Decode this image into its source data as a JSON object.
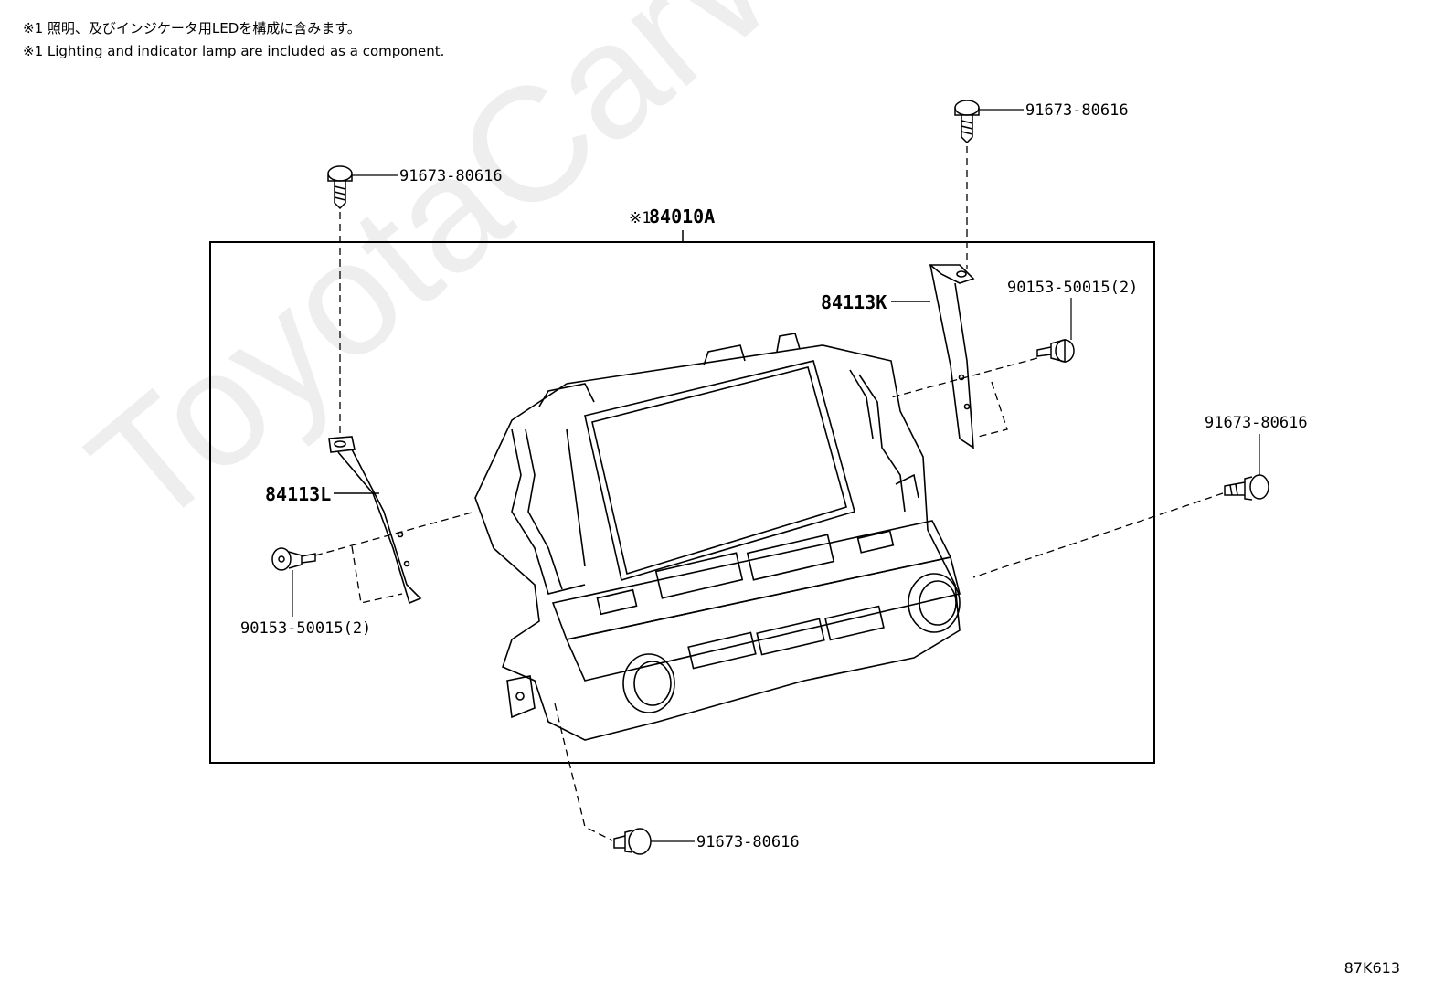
{
  "notes": [
    "※1 照明、及びインジケータ用LEDを構成に含みます。",
    "※1 Lighting and indicator lamp are included as a component."
  ],
  "watermark": "ToyotaCarWire.ru",
  "assembly": {
    "prefix": "※1",
    "part": "84010A"
  },
  "parts": {
    "bolt_top_left": "91673-80616",
    "bolt_top_right": "91673-80616",
    "bolt_right": "91673-80616",
    "bolt_bottom": "91673-80616",
    "bracket_left": "84113L",
    "bracket_right": "84113K",
    "screw_left": "90153-50015(2)",
    "screw_right": "90153-50015(2)"
  },
  "diagram_code": "87K613"
}
